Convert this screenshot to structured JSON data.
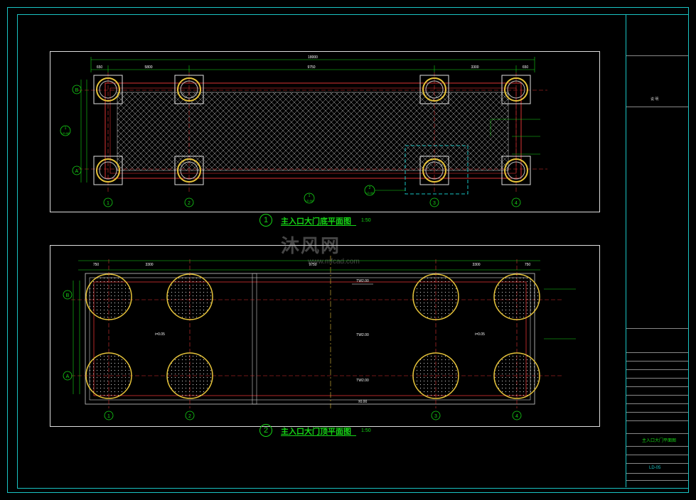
{
  "plan1": {
    "badge": "1",
    "title": "主入口大门底平面图",
    "scale": "1:50",
    "top_dims": [
      "650",
      "5800",
      "9750",
      "3300",
      "650"
    ],
    "overall_dim": "18000",
    "axes_bottom": [
      "1",
      "2",
      "3",
      "4"
    ],
    "axes_left": [
      "B",
      "A"
    ],
    "section_mark": "1",
    "section_sheet": "LD-06",
    "detail_mark": "2",
    "detail_sheet": "LD-06"
  },
  "plan2": {
    "badge": "2",
    "title": "主入口大门顶平面图",
    "scale": "1:50",
    "top_dims": [
      "750",
      "3300",
      "9750",
      "3300",
      "750"
    ],
    "axes_bottom": [
      "1",
      "2",
      "3",
      "4"
    ],
    "axes_left": [
      "B",
      "A"
    ],
    "level_center": "TW2.00",
    "level_bottom": "±0.00",
    "slope_left": "i=0.05",
    "slope_right": "i=0.05"
  },
  "watermark": {
    "brand": "沐风网",
    "url": "www.mfcad.com"
  },
  "title_block": {
    "header": "说 明",
    "drawing_name": "主入口大门平面图",
    "sheet_no": "LD-05"
  }
}
